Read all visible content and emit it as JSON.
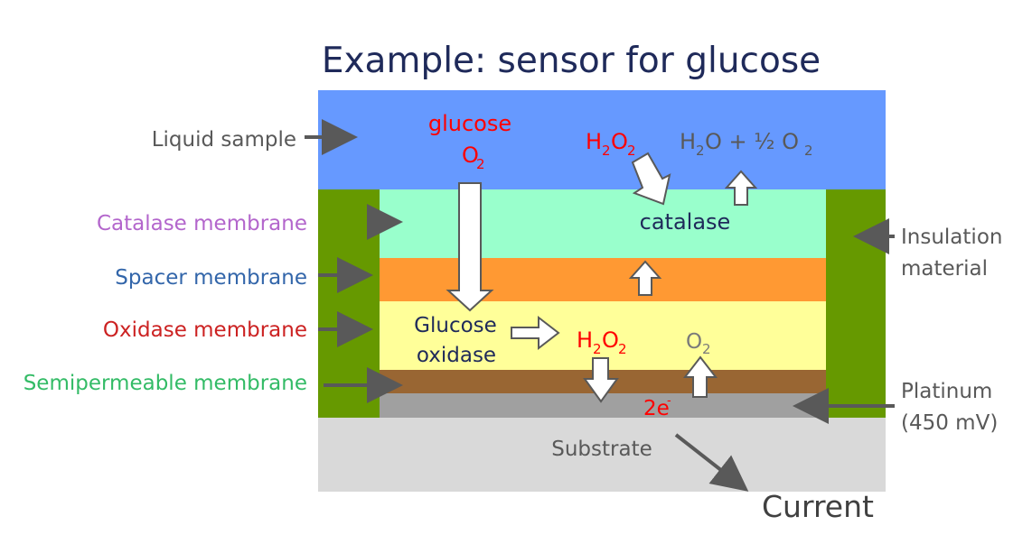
{
  "title": "Example: sensor for glucose",
  "labels": {
    "liquid_sample": "Liquid sample",
    "catalase_membrane": "Catalase membrane",
    "spacer_membrane": "Spacer membrane",
    "oxidase_membrane": "Oxidase membrane",
    "semipermeable_membrane": "Semipermeable membrane",
    "insulation_line1": "Insulation",
    "insulation_line2": "material",
    "platinum_line1": "Platinum",
    "platinum_line2": "(450 mV)",
    "substrate": "Substrate",
    "current": "Current"
  },
  "chemistry": {
    "glucose": "glucose",
    "o2_top": "O",
    "o2_sub": "2",
    "h2o2_top_h": "H",
    "h2o2_top_2a": "2",
    "h2o2_top_o": "O",
    "h2o2_top_2b": "2",
    "h2o_eq": "H",
    "h2o_sub": "2",
    "h2o_rest": "O + ½ O",
    "h2o_o2_sub": "2",
    "catalase": "catalase",
    "glucose_oxidase_line1": "Glucose",
    "glucose_oxidase_line2": "oxidase",
    "h2o2_mid_h": "H",
    "h2o2_mid_2a": "2",
    "h2o2_mid_o": "O",
    "h2o2_mid_2b": "2",
    "o2_mid": "O",
    "o2_mid_sub": "2",
    "two_e": "2e",
    "two_e_sup": "-"
  },
  "colors": {
    "liquid": "#6699ff",
    "catalase": "#99ffcc",
    "spacer": "#ff9933",
    "oxidase": "#ffff99",
    "semiperm": "#996633",
    "platinum": "#a0a0a0",
    "substrate": "#d9d9d9",
    "insulation": "#669900",
    "red": "#ff0000",
    "gray_text": "#595959",
    "catalase_label": "#b366cc",
    "spacer_label": "#3366aa",
    "oxidase_label": "#cc2222",
    "semiperm_label": "#33bb66",
    "navy": "#1f2a5a",
    "title": "#1f2a5a"
  }
}
